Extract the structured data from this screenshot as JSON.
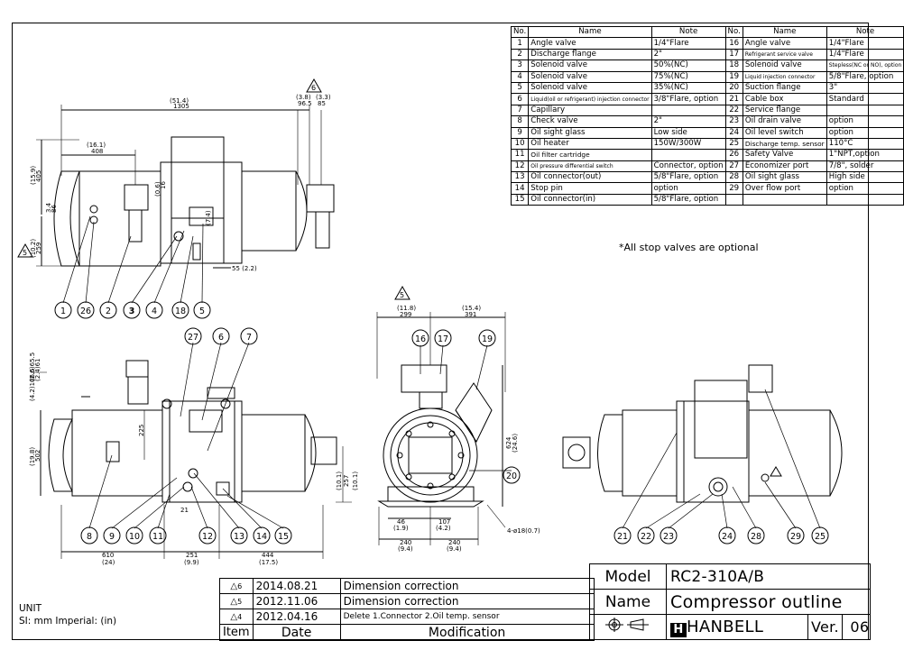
{
  "parts_table": {
    "headers": [
      "No.",
      "Name",
      "Note",
      "No.",
      "Name",
      "Note"
    ],
    "rows": [
      {
        "no1": "1",
        "name1": "Angle valve",
        "note1": "1/4\"Flare",
        "no2": "16",
        "name2": "Angle valve",
        "note2": "1/4\"Flare"
      },
      {
        "no1": "2",
        "name1": "Discharge flange",
        "note1": "2\"",
        "no2": "17",
        "name2": "Refrigerant service valve",
        "note2": "1/4\"Flare"
      },
      {
        "no1": "3",
        "name1": "Solenoid valve",
        "note1": "50%(NC)",
        "no2": "18",
        "name2": "Solenoid valve",
        "note2": "Stepless(NC or NO), option"
      },
      {
        "no1": "4",
        "name1": "Solenoid valve",
        "note1": "75%(NC)",
        "no2": "19",
        "name2": "Liquid injection connector",
        "note2": "5/8\"Flare, option"
      },
      {
        "no1": "5",
        "name1": "Solenoid valve",
        "note1": "35%(NC)",
        "no2": "20",
        "name2": "Suction flange",
        "note2": "3\""
      },
      {
        "no1": "6",
        "name1": "Liquid(oil or refrigerant) injection connector",
        "note1": "3/8\"Flare, option",
        "no2": "21",
        "name2": "Cable box",
        "note2": "Standard"
      },
      {
        "no1": "7",
        "name1": "Capillary",
        "note1": "",
        "no2": "22",
        "name2": "Service flange",
        "note2": ""
      },
      {
        "no1": "8",
        "name1": "Check valve",
        "note1": "2\"",
        "no2": "23",
        "name2": "Oil drain valve",
        "note2": "option"
      },
      {
        "no1": "9",
        "name1": "Oil sight glass",
        "note1": "Low side",
        "no2": "24",
        "name2": "Oil level switch",
        "note2": "option"
      },
      {
        "no1": "10",
        "name1": "Oil heater",
        "note1": "150W/300W",
        "no2": "25",
        "name2": "Discharge temp. sensor",
        "note2": "110°C"
      },
      {
        "no1": "11",
        "name1": "Oil filter cartridge",
        "note1": "",
        "no2": "26",
        "name2": "Safety Valve",
        "note2": "1\"NPT,option"
      },
      {
        "no1": "12",
        "name1": "Oil pressure differential switch",
        "note1": "Connector, option",
        "no2": "27",
        "name2": "Economizer port",
        "note2": "7/8\", solder"
      },
      {
        "no1": "13",
        "name1": "Oil connector(out)",
        "note1": "5/8\"Flare, option",
        "no2": "28",
        "name2": "Oil sight glass",
        "note2": "High side"
      },
      {
        "no1": "14",
        "name1": "Stop pin",
        "note1": "option",
        "no2": "29",
        "name2": "Over flow port",
        "note2": "option"
      },
      {
        "no1": "15",
        "name1": "Oil connector(in)",
        "note1": "5/8\"Flare, option",
        "no2": "",
        "name2": "",
        "note2": ""
      }
    ],
    "footnote": "*All stop valves are optional"
  },
  "revisions": {
    "rows": [
      {
        "mark": "6",
        "date": "2014.08.21",
        "modification": "Dimension correction"
      },
      {
        "mark": "5",
        "date": "2012.11.06",
        "modification": "Dimension correction"
      },
      {
        "mark": "4",
        "date": "2012.04.16",
        "modification": "Delete 1.Connector 2.Oil temp. sensor"
      }
    ],
    "header": {
      "item": "Item",
      "date": "Date",
      "modification": "Modification"
    }
  },
  "title_block": {
    "model_label": "Model",
    "model_value": "RC2-310A/B",
    "name_label": "Name",
    "name_value": "Compressor outline",
    "logo_text": "HANBELL",
    "ver_label": "Ver.",
    "ver_value": "06"
  },
  "units": {
    "title": "UNIT",
    "line": "SI: mm  Imperial: (in)"
  },
  "dimensions": {
    "top_length": "1305",
    "top_length_in": "(51.4)",
    "top_408": "408",
    "top_408_in": "(16.1)",
    "top_405": "405",
    "top_405_in": "(15.9)",
    "top_259": "259",
    "top_259_in": "(10.2)",
    "top_865": "86",
    "top_34": "3.4",
    "top_965": "96.5",
    "top_38": "(3.8)",
    "top_85": "85",
    "top_33": "(3.3)",
    "top_55": "55 (2.2)",
    "top_06": "(0.6)",
    "top_16": "16",
    "top_74": "(7.4)",
    "front_610": "610",
    "front_24": "(24)",
    "front_251": "251",
    "front_99": "(9.9)",
    "front_444": "444",
    "front_175": "(17.5)",
    "front_502": "502",
    "front_198": "(19.8)",
    "front_257": "257",
    "front_101": "(10.1)",
    "front_225": "225",
    "front_21": "21",
    "front_tag1": "(2.6)65.5",
    "front_tag2": "(2.4)61",
    "front_tag3": "(4.2)106.5",
    "side_299": "299",
    "side_118": "(11.8)",
    "side_391": "391",
    "side_154": "(15.4)",
    "side_624": "624",
    "side_246": "(24.6)",
    "side_46": "46",
    "side_19": "(1.9)",
    "side_107": "107",
    "side_42": "(4.2)",
    "side_240a": "240",
    "side_94a": "(9.4)",
    "side_240b": "240",
    "side_94b": "(9.4)",
    "side_holes": "4-ø18(0.7)"
  },
  "revision_marks": {
    "m6": "6",
    "m5": "5",
    "m4": "4"
  },
  "callouts": {
    "top": [
      "1",
      "26",
      "2",
      "3",
      "4",
      "18",
      "5"
    ],
    "front": [
      "8",
      "9",
      "10",
      "11",
      "12",
      "13",
      "14",
      "15",
      "27",
      "6",
      "7"
    ],
    "side": [
      "16",
      "17",
      "19",
      "20"
    ],
    "back": [
      "21",
      "22",
      "23",
      "24",
      "28",
      "29",
      "25"
    ]
  }
}
